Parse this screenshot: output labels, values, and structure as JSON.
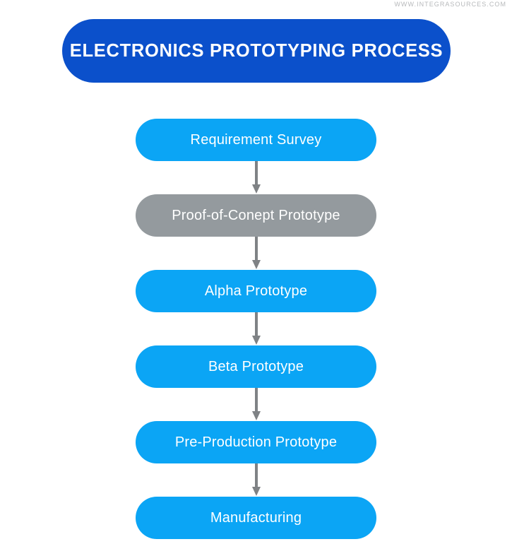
{
  "watermark": {
    "text": "WWW.INTEGRASOURCES.COM"
  },
  "title": {
    "text": "ELECTRONICS PROTOTYPING PROCESS"
  },
  "colors": {
    "banner_blue": "#0b50cb",
    "node_blue": "#0ba5f5",
    "node_gray": "#949a9e",
    "arrow_gray": "#7f8285",
    "background": "#ffffff",
    "text_white": "#ffffff",
    "watermark_gray": "#b7b9bb"
  },
  "chart_data": {
    "type": "diagram",
    "diagram_type": "flowchart",
    "title": "ELECTRONICS PROTOTYPING PROCESS",
    "orientation": "vertical-top-to-bottom",
    "nodes": [
      {
        "id": 1,
        "label": "Requirement Survey",
        "color": "#0ba5f5",
        "highlighted": false
      },
      {
        "id": 2,
        "label": "Proof-of-Conept Prototype",
        "color": "#949a9e",
        "highlighted": true
      },
      {
        "id": 3,
        "label": "Alpha Prototype",
        "color": "#0ba5f5",
        "highlighted": false
      },
      {
        "id": 4,
        "label": "Beta Prototype",
        "color": "#0ba5f5",
        "highlighted": false
      },
      {
        "id": 5,
        "label": "Pre-Production Prototype",
        "color": "#0ba5f5",
        "highlighted": false
      },
      {
        "id": 6,
        "label": "Manufacturing",
        "color": "#0ba5f5",
        "highlighted": false
      }
    ],
    "edges": [
      {
        "from": 1,
        "to": 2,
        "style": "solid-arrow",
        "color": "#7f8285"
      },
      {
        "from": 2,
        "to": 3,
        "style": "solid-arrow",
        "color": "#7f8285"
      },
      {
        "from": 3,
        "to": 4,
        "style": "solid-arrow",
        "color": "#7f8285"
      },
      {
        "from": 4,
        "to": 5,
        "style": "solid-arrow",
        "color": "#7f8285"
      },
      {
        "from": 5,
        "to": 6,
        "style": "solid-arrow",
        "color": "#7f8285"
      }
    ]
  }
}
